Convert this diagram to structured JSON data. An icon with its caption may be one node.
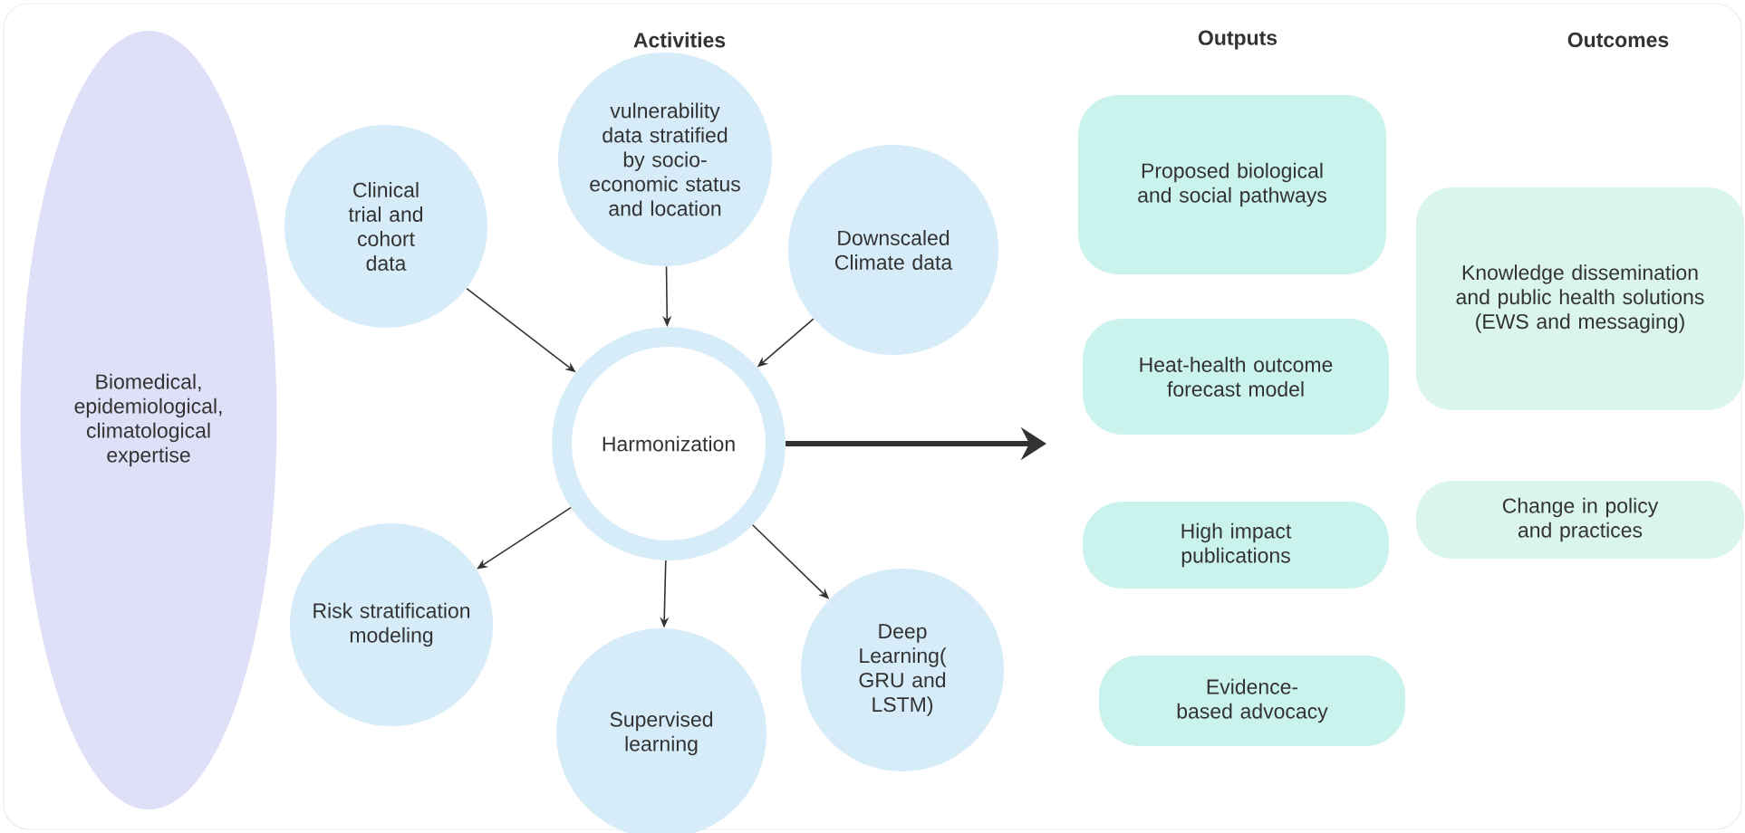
{
  "diagram": {
    "nodes": [
      {
        "text": [
          "Biomedical, epidemiological, climatological expertise"
        ]
      },
      {
        "text": [
          "Clinical trial and cohort data"
        ]
      },
      {
        "text": [
          "vulnerability data stratified by socio-economic status and location"
        ]
      },
      {
        "text": [
          "Downscaled Climate data"
        ]
      },
      {
        "text": [
          "Harmonization"
        ]
      },
      {
        "text": [
          "Risk stratification modeling"
        ]
      },
      {
        "text": [
          "Supervised learning"
        ]
      },
      {
        "text": [
          "Deep Learning( GRU and LSTM)"
        ]
      },
      {
        "text": [
          "Proposed biological and social pathways"
        ]
      },
      {
        "text": [
          "Heat-health outcome forecast model"
        ]
      },
      {
        "text": [
          "High impact publications"
        ]
      },
      {
        "text": [
          "Evidence-based advocacy"
        ]
      },
      {
        "text": [
          "Knowledge dissemination and public health solutions (EWS and messaging)"
        ]
      },
      {
        "text": [
          "Change in policy and practices"
        ]
      }
    ],
    "edges": [
      {
        "from": 1,
        "to": 4,
        "arrow": "to"
      },
      {
        "from": 2,
        "to": 4,
        "arrow": "to"
      },
      {
        "from": 3,
        "to": 4,
        "arrow": "to"
      },
      {
        "from": 4,
        "to": 5,
        "arrow": "to"
      },
      {
        "from": 4,
        "to": 6,
        "arrow": "to"
      },
      {
        "from": 4,
        "to": 7,
        "arrow": "to"
      },
      {
        "from": 4,
        "to": null,
        "arrow": "to",
        "style": "thick"
      }
    ],
    "labels": [
      "Activities",
      "Outputs",
      "Outcomes"
    ]
  }
}
